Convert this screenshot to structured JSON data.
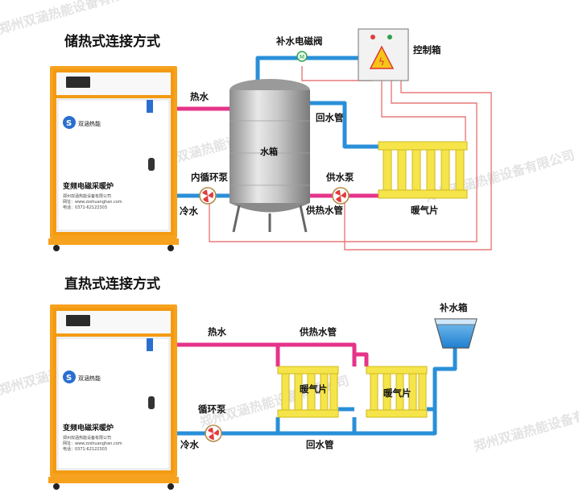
{
  "top": {
    "title": "储热式连接方式",
    "labels": {
      "hot_water": "热水",
      "makeup_valve": "补水电磁阀",
      "control_box": "控制箱",
      "return_pipe": "回水管",
      "water_tank": "水箱",
      "inner_pump": "内循环泵",
      "supply_pump": "供水泵",
      "cold_water": "冷水",
      "supply_pipe": "供热水管",
      "radiator": "暖气片"
    },
    "valve_mark": "M"
  },
  "bottom": {
    "title": "直热式连接方式",
    "labels": {
      "hot_water": "热水",
      "supply_pipe": "供热水管",
      "makeup_tank": "补水箱",
      "radiator_1": "暖气片",
      "radiator_2": "暖气片",
      "circ_pump": "循环泵",
      "cold_water": "冷水",
      "return_pipe": "回水管"
    }
  },
  "boiler": {
    "brand": "双涵热能",
    "product": "变频电磁采暖炉",
    "company": "郑州双涵热能设备有限公司",
    "web": "网址：www.zzshuanghan.com",
    "phone": "电话：0371-62122303"
  },
  "watermark": "郑州双涵热能设备有限公司",
  "colors": {
    "hot_pipe": "#e5348a",
    "cold_pipe": "#2a8fd8",
    "boiler_frame": "#f7a21e",
    "radiator": "#f5e54a",
    "control_wire": "#e87a7a"
  }
}
